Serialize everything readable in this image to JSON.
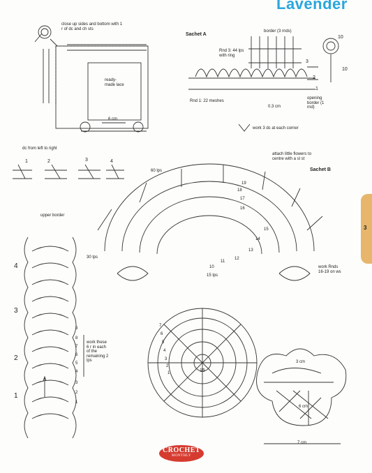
{
  "header": {
    "title": "Lavender"
  },
  "corner_note": "close up sides and bottom with 1 r of dc and ch sts",
  "lace_label": "ready-made lace",
  "width_6cm": "6 cm",
  "sachet_a": {
    "label": "Sachet A",
    "border": "border (3 rnds)",
    "rnd3": "Rnd 3: 44 lps with ring",
    "rnd1": "Rnd 1: 22 meshes",
    "measure": "0.3 cm",
    "opening": "opening border (1 rnd)",
    "markers": [
      "3",
      "2",
      "1",
      "10",
      "10"
    ]
  },
  "work_corner": "work 3 dc at each corner",
  "dc_note": "dc from left to right",
  "steps": [
    "1",
    "2",
    "3",
    "4"
  ],
  "sachet_b": {
    "label": "Sachet B",
    "attach": "attach little flowers to centre with a sl st",
    "lps60": "60 lps",
    "lps30": "30 lps",
    "lps15": "15 lps",
    "work_rnds": "work Rnds 16-19 on ws",
    "rounds": [
      "19",
      "18",
      "17",
      "16",
      "15",
      "14",
      "13",
      "12",
      "11",
      "10"
    ]
  },
  "upper_border": {
    "label": "upper border",
    "big_numbers": [
      "4",
      "3",
      "2",
      "1"
    ],
    "row_numbers": [
      "3",
      "8",
      "7",
      "6",
      "5",
      "4",
      "3",
      "2",
      "1"
    ],
    "note": "work these 6 r in each of the remaining 2 lps"
  },
  "flower": {
    "center": "15",
    "rounds": [
      "7",
      "6",
      "5",
      "4",
      "3",
      "2",
      "1"
    ]
  },
  "pansy": {
    "w3": "3 cm",
    "h6": "6 cm",
    "w7": "7 cm"
  },
  "tab": {
    "page_number": "3"
  },
  "logo": {
    "line1": "CROCHET",
    "line2": "MONTHLY"
  }
}
